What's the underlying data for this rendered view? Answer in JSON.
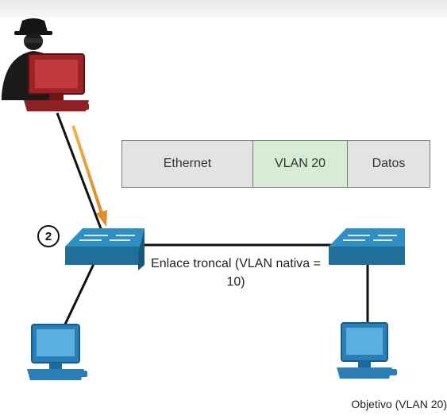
{
  "frame": {
    "fields": [
      "Ethernet",
      "VLAN 20",
      "Datos"
    ]
  },
  "link": {
    "trunk_label": "Enlace troncal (VLAN nativa = 10)"
  },
  "step": {
    "number": "2"
  },
  "target": {
    "label": "Objetivo (VLAN 20)"
  },
  "colors": {
    "attacker_pc": "#a0282c",
    "switch": "#2a86b8",
    "host_pc": "#3a8cc6",
    "attack_arrow": "#e8a23a",
    "vlan_field": "#d7ecd4"
  },
  "icons": [
    "attacker-icon",
    "switch-icon",
    "computer-icon",
    "attack-arrow-icon"
  ]
}
